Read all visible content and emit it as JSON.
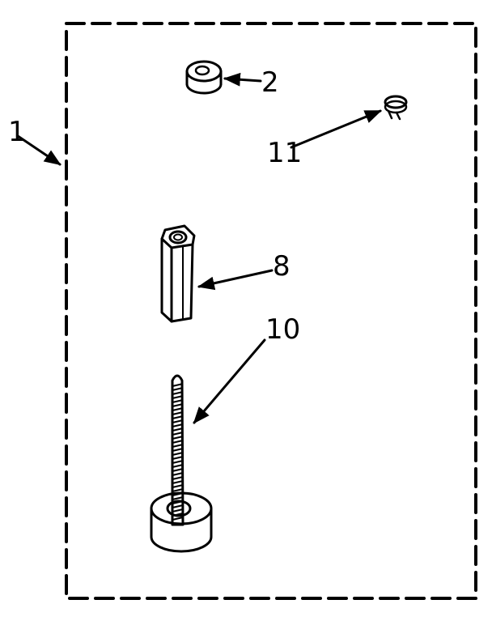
{
  "callouts": [
    {
      "id": "kit",
      "label": "1"
    },
    {
      "id": "washer",
      "label": "2"
    },
    {
      "id": "hex-standoff",
      "label": "8"
    },
    {
      "id": "threaded-stud",
      "label": "10"
    },
    {
      "id": "clip",
      "label": "11"
    }
  ],
  "colors": {
    "ink": "#000000",
    "background": "#ffffff"
  }
}
